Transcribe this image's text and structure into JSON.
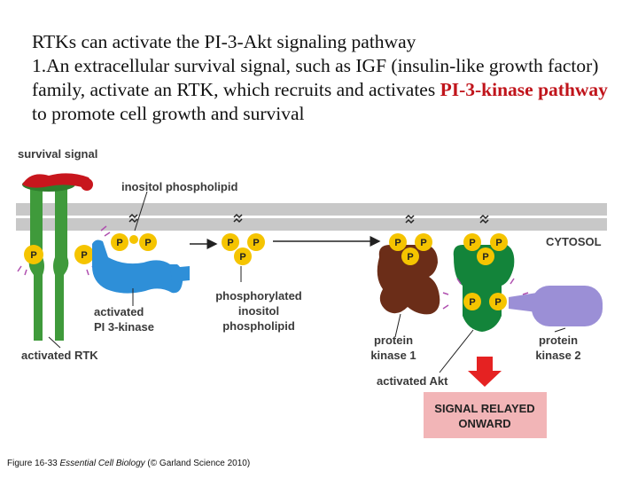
{
  "heading": "RTKs can activate the PI-3-Akt signaling pathway",
  "paragraph": {
    "prefix": "1.An extracellular survival signal, such as IGF (insulin-like growth factor) family, activate an RTK, which recruits and activates ",
    "highlight": "PI-3-kinase pathway",
    "suffix": " to promote cell growth and survival"
  },
  "labels": {
    "survival_signal": "survival signal",
    "inositol_phospholipid": "inositol phospholipid",
    "cytosol": "CYTOSOL",
    "activated_pi3k_line1": "activated",
    "activated_pi3k_line2": "PI 3-kinase",
    "phosphorylated_line1": "phosphorylated",
    "phosphorylated_line2": "inositol",
    "phosphorylated_line3": "phospholipid",
    "activated_rtk": "activated RTK",
    "protein_kinase1_line1": "protein",
    "protein_kinase1_line2": "kinase 1",
    "protein_kinase2_line1": "protein",
    "protein_kinase2_line2": "kinase 2",
    "activated_akt": "activated Akt",
    "signal_relayed_line1": "SIGNAL RELAYED",
    "signal_relayed_line2": "ONWARD",
    "phosphate": "P"
  },
  "caption": {
    "prefix": "Figure 16-33  ",
    "book": "Essential Cell Biology",
    "suffix": " (© Garland Science 2010)"
  },
  "colors": {
    "highlight": "#c0141b",
    "receptor": "#3f9a3b",
    "pi3k": "#2e8fd8",
    "phosphate": "#f5c400",
    "kinase1": "#6b2d18",
    "akt": "#13843a",
    "kinase2": "#9b8fd6",
    "membrane": "#c8c8c8",
    "signal_ligand": "#c8161d",
    "relay_box": "#f2b5b7",
    "relay_arrow": "#e52222"
  }
}
